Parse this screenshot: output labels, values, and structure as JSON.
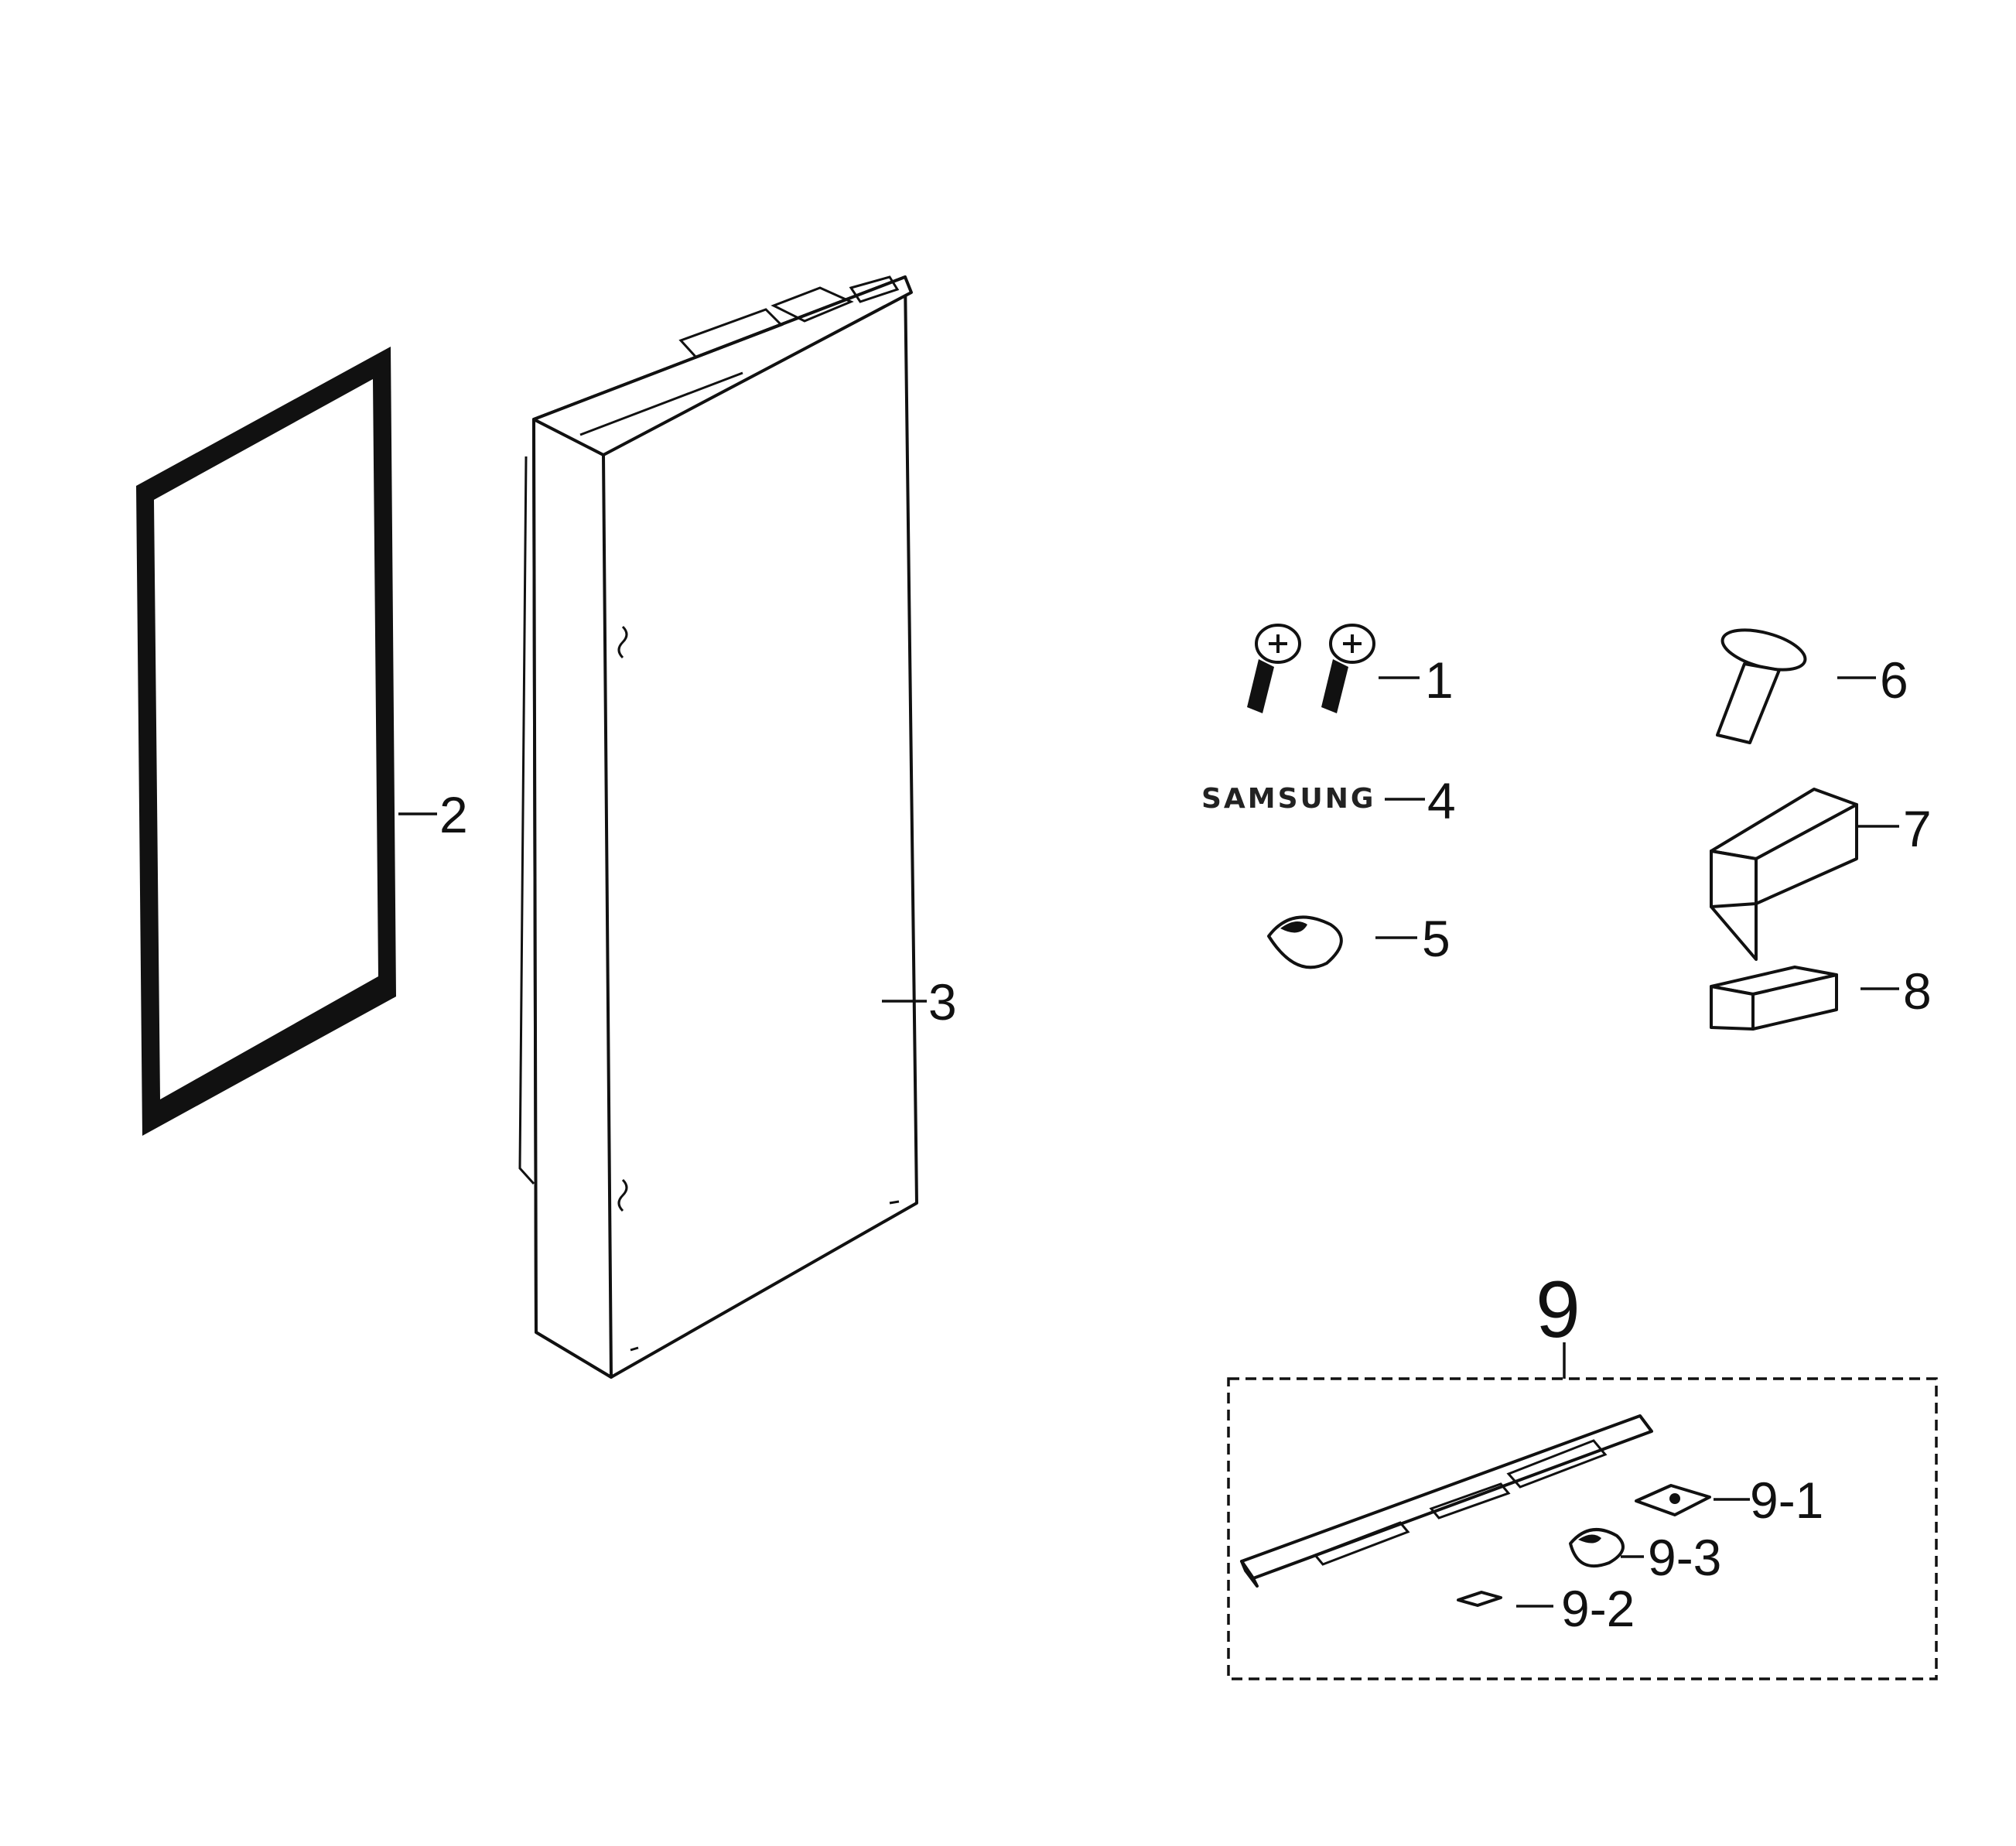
{
  "parts": [
    {
      "id": "1",
      "label": "1",
      "icon": "screw-pair-icon"
    },
    {
      "id": "2",
      "label": "2",
      "icon": "door-gasket-icon"
    },
    {
      "id": "3",
      "label": "3",
      "icon": "door-assembly-icon"
    },
    {
      "id": "4",
      "label": "4",
      "icon": "emblem-icon",
      "text": "SAMSUNG"
    },
    {
      "id": "5",
      "label": "5",
      "icon": "clip-icon"
    },
    {
      "id": "6",
      "label": "6",
      "icon": "pin-icon"
    },
    {
      "id": "7",
      "label": "7",
      "icon": "block-icon"
    },
    {
      "id": "8",
      "label": "8",
      "icon": "pad-icon"
    },
    {
      "id": "9",
      "label": "9",
      "icon": "dashed-group-icon",
      "subparts": [
        {
          "id": "9-1",
          "label": "9-1",
          "icon": "bracket-plate-icon"
        },
        {
          "id": "9-2",
          "label": "9-2",
          "icon": "small-pad-icon"
        },
        {
          "id": "9-3",
          "label": "9-3",
          "icon": "clip-icon"
        }
      ]
    }
  ],
  "colors": {
    "line": "#111111",
    "background": "#ffffff"
  }
}
